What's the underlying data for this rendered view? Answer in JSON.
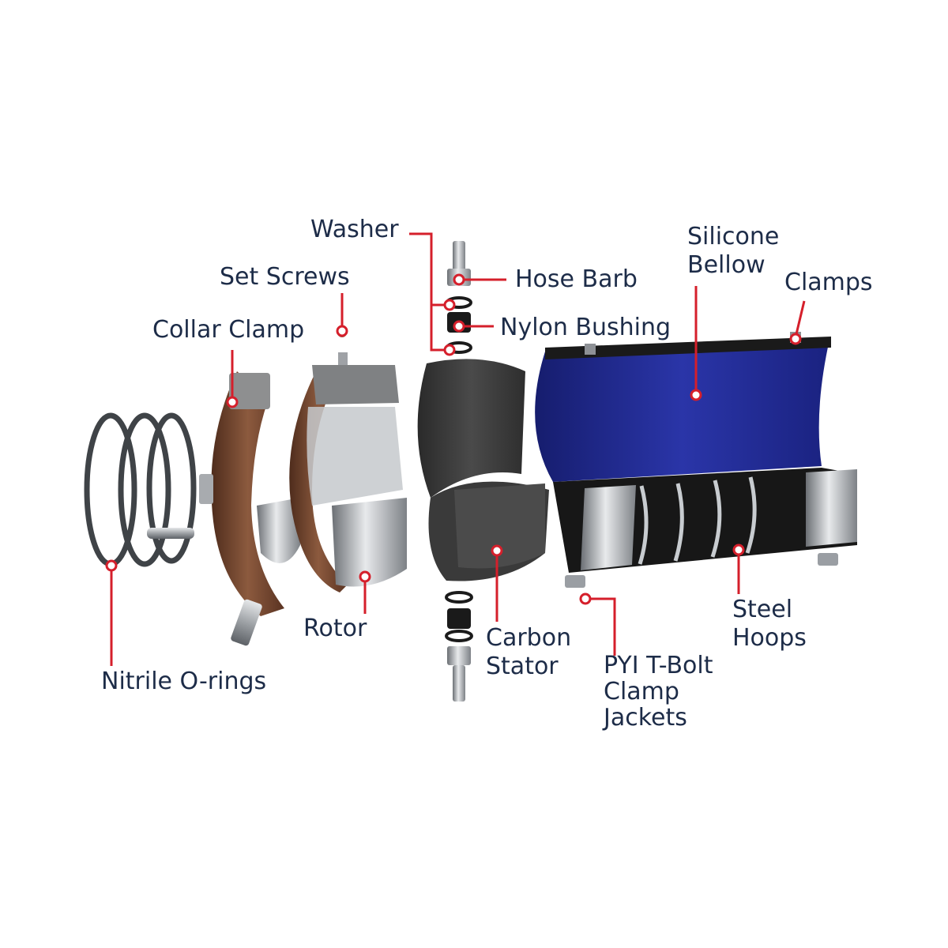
{
  "colors": {
    "leader": "#d51f2b",
    "label_text": "#1d2c48",
    "bellow_blue": "#202a8c",
    "rubber_black": "#1b1b1b",
    "bronze": "#7a4a33",
    "steel": "#b9bcc0",
    "carbon": "#3a3a3a"
  },
  "labels": {
    "washer": "Washer",
    "hose_barb": "Hose Barb",
    "set_screws": "Set Screws",
    "nylon_bushing": "Nylon Bushing",
    "collar_clamp": "Collar Clamp",
    "silicone_bellow": [
      "Silicone",
      "Bellow"
    ],
    "clamps": "Clamps",
    "nitrile_orings": "Nitrile O-rings",
    "rotor": "Rotor",
    "carbon_stator": [
      "Carbon",
      "Stator"
    ],
    "pyi_tbolt": [
      "PYI T-Bolt",
      "Clamp",
      "Jackets"
    ],
    "steel_hoops": [
      "Steel",
      "Hoops"
    ]
  }
}
